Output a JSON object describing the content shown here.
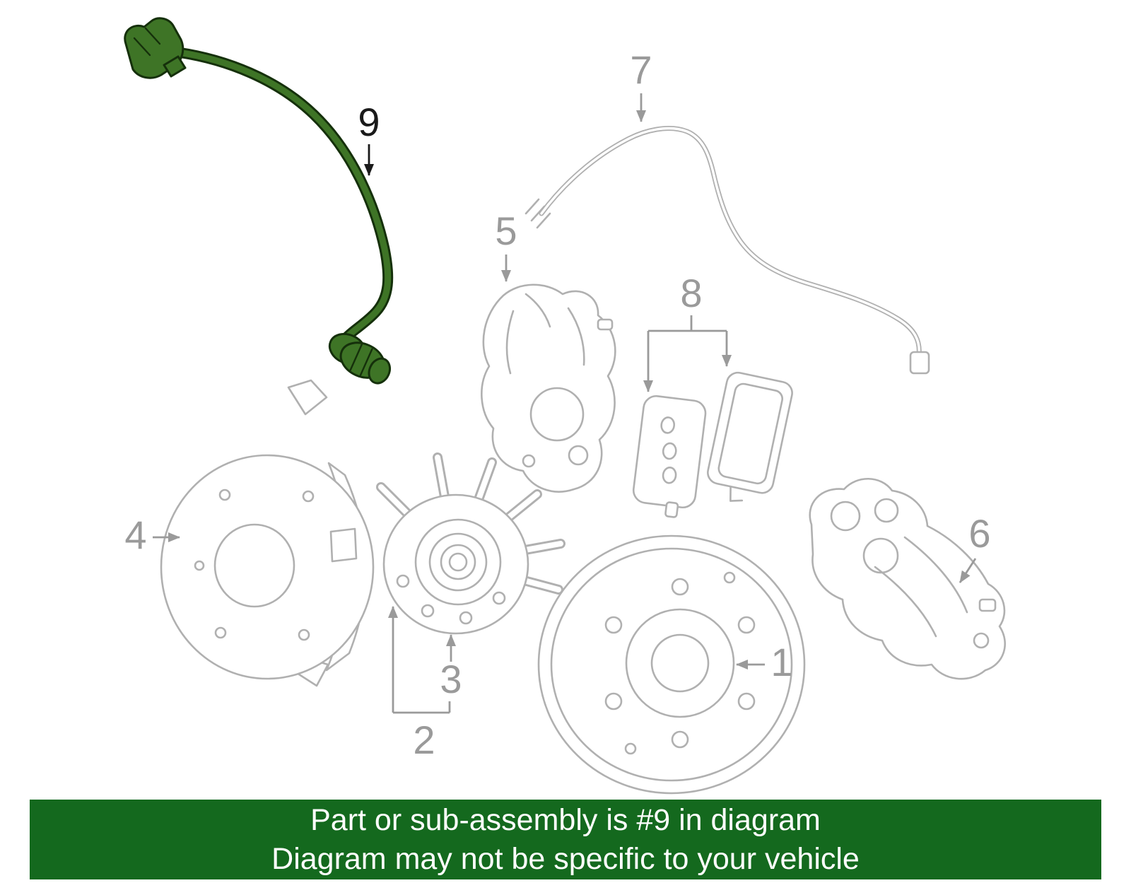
{
  "banner": {
    "line1": "Part or sub-assembly is #9 in diagram",
    "line2": "Diagram may not be specific to your vehicle",
    "bg_color": "#14691e",
    "text_color": "#ffffff"
  },
  "diagram": {
    "description": "Exploded parts line-art diagram of front disc brake components with part 9 highlighted in green",
    "line_color": "#b0b0b0",
    "callout_color": "#9a9a9a",
    "highlight_color": "#3e7426",
    "highlight_outline_color": "#15300b",
    "highlight_callout_color": "#1a1a1a",
    "callouts": [
      {
        "label": "1",
        "part": "brake-rotor",
        "highlighted": false
      },
      {
        "label": "2",
        "part": "hub-assembly-group",
        "highlighted": false
      },
      {
        "label": "3",
        "part": "wheel-hub-bearing",
        "highlighted": false
      },
      {
        "label": "4",
        "part": "splash-shield",
        "highlighted": false
      },
      {
        "label": "5",
        "part": "brake-caliper",
        "highlighted": false
      },
      {
        "label": "6",
        "part": "caliper-bracket",
        "highlighted": false
      },
      {
        "label": "7",
        "part": "brake-hose",
        "highlighted": false
      },
      {
        "label": "8",
        "part": "brake-pads",
        "highlighted": false
      },
      {
        "label": "9",
        "part": "abs-wheel-speed-sensor",
        "highlighted": true
      }
    ]
  }
}
